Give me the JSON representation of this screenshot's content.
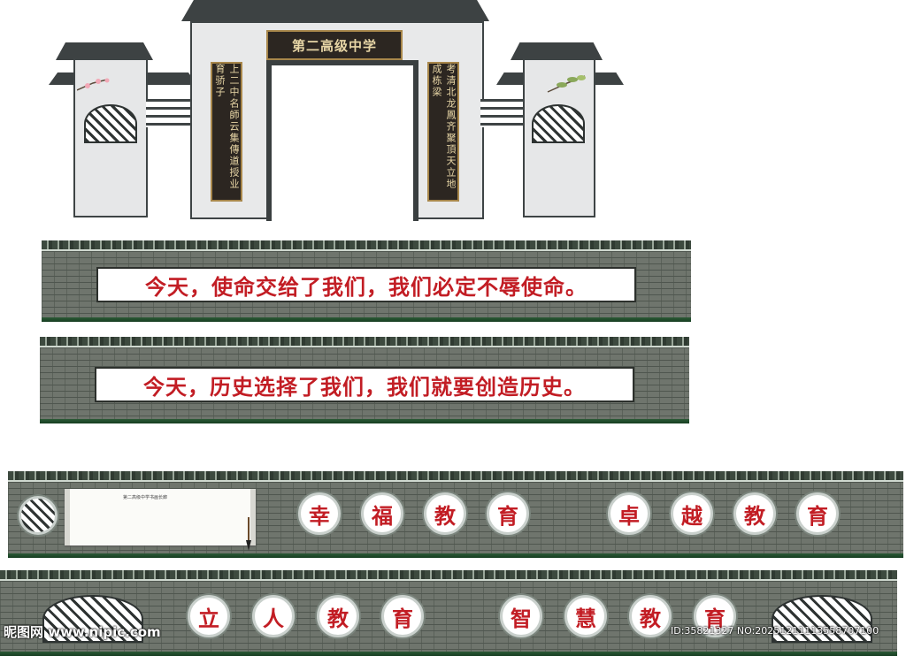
{
  "gate": {
    "plaque": "第二高级中学",
    "couplet_left": "上二中名師云集傳道授业育骄子",
    "couplet_right": "考清北龙鳳齐聚頂天立地成栋梁"
  },
  "walls": {
    "slogan_1": "今天，使命交给了我们，我们必定不辱使命。",
    "slogan_2": "今天，历史选择了我们，我们就要创造历史。",
    "scroll_caption": "第二高级中学书画长廊",
    "row_1_circles": [
      "幸",
      "福",
      "教",
      "育",
      "卓",
      "越",
      "教",
      "育"
    ],
    "row_2_circles": [
      "立",
      "人",
      "教",
      "育",
      "智",
      "慧",
      "教",
      "育"
    ]
  },
  "watermark": {
    "site": "昵图网 www.nipic.com",
    "id": "ID:35821327 NO:20251211113558707100"
  },
  "colors": {
    "slogan_red": "#c21d24",
    "brick_green": "#6f756d",
    "gold_frame": "#a8874b"
  }
}
